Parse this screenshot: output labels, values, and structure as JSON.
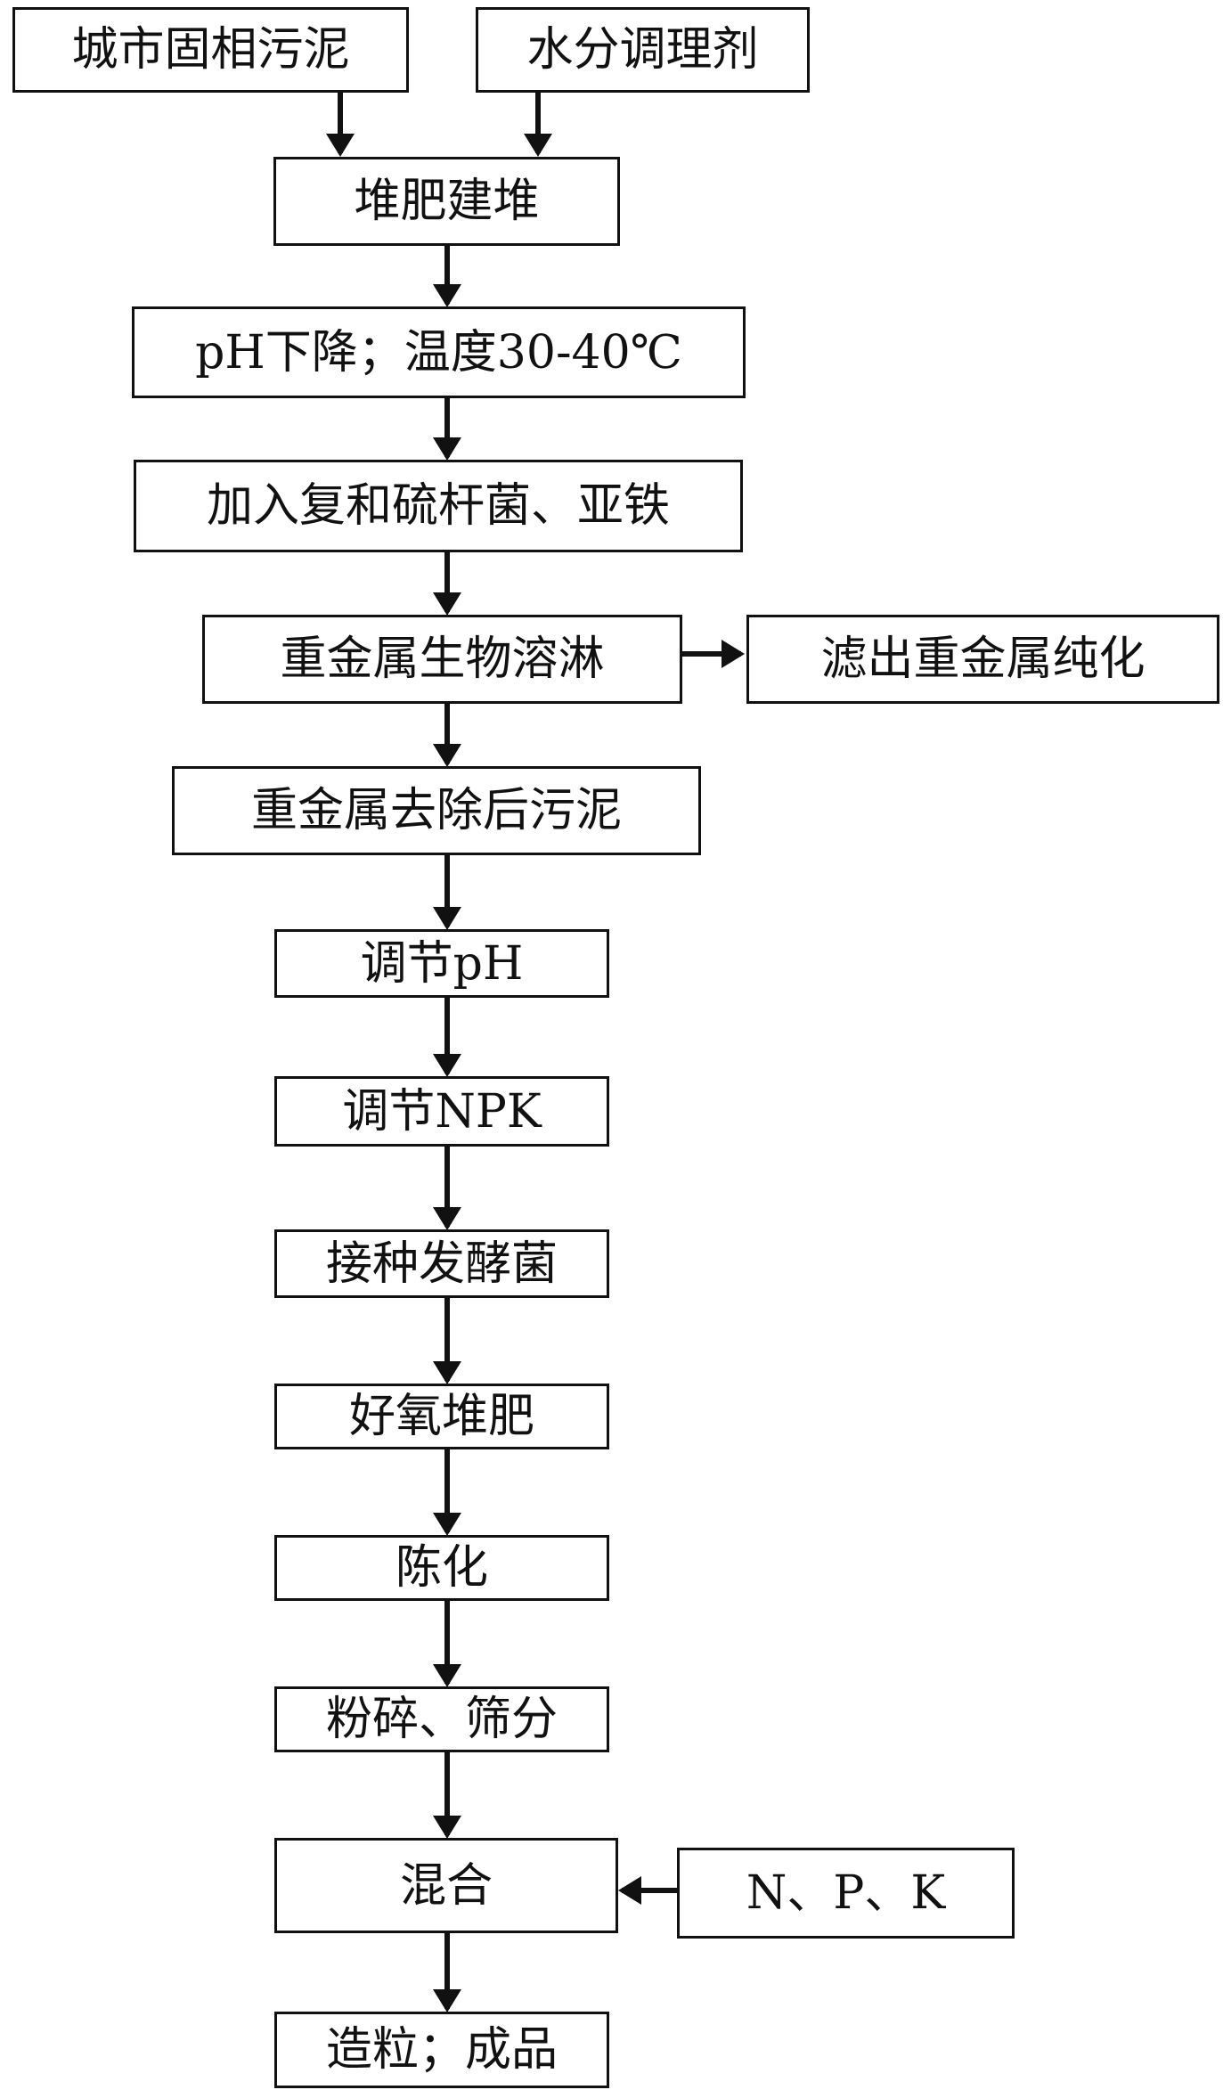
{
  "nodes": {
    "sludge": "城市固相污泥",
    "conditioner": "水分调理剂",
    "pile": "堆肥建堆",
    "ph_drop": "pH下降；温度30-40℃",
    "add_bacteria": "加入复和硫杆菌、亚铁",
    "leaching": "重金属生物溶淋",
    "filter": "滤出重金属纯化",
    "after_removal": "重金属去除后污泥",
    "adjust_ph": "调节pH",
    "adjust_npk": "调节NPK",
    "inoculate": "接种发酵菌",
    "aerobic": "好氧堆肥",
    "aging": "陈化",
    "crush": "粉碎、筛分",
    "mix": "混合",
    "npk_input": "N、P、K",
    "granulate": "造粒；成品"
  },
  "edges": [
    [
      "sludge",
      "pile"
    ],
    [
      "conditioner",
      "pile"
    ],
    [
      "pile",
      "ph_drop"
    ],
    [
      "ph_drop",
      "add_bacteria"
    ],
    [
      "add_bacteria",
      "leaching"
    ],
    [
      "leaching",
      "filter"
    ],
    [
      "leaching",
      "after_removal"
    ],
    [
      "after_removal",
      "adjust_ph"
    ],
    [
      "adjust_ph",
      "adjust_npk"
    ],
    [
      "adjust_npk",
      "inoculate"
    ],
    [
      "inoculate",
      "aerobic"
    ],
    [
      "aerobic",
      "aging"
    ],
    [
      "aging",
      "crush"
    ],
    [
      "crush",
      "mix"
    ],
    [
      "npk_input",
      "mix"
    ],
    [
      "mix",
      "granulate"
    ]
  ]
}
